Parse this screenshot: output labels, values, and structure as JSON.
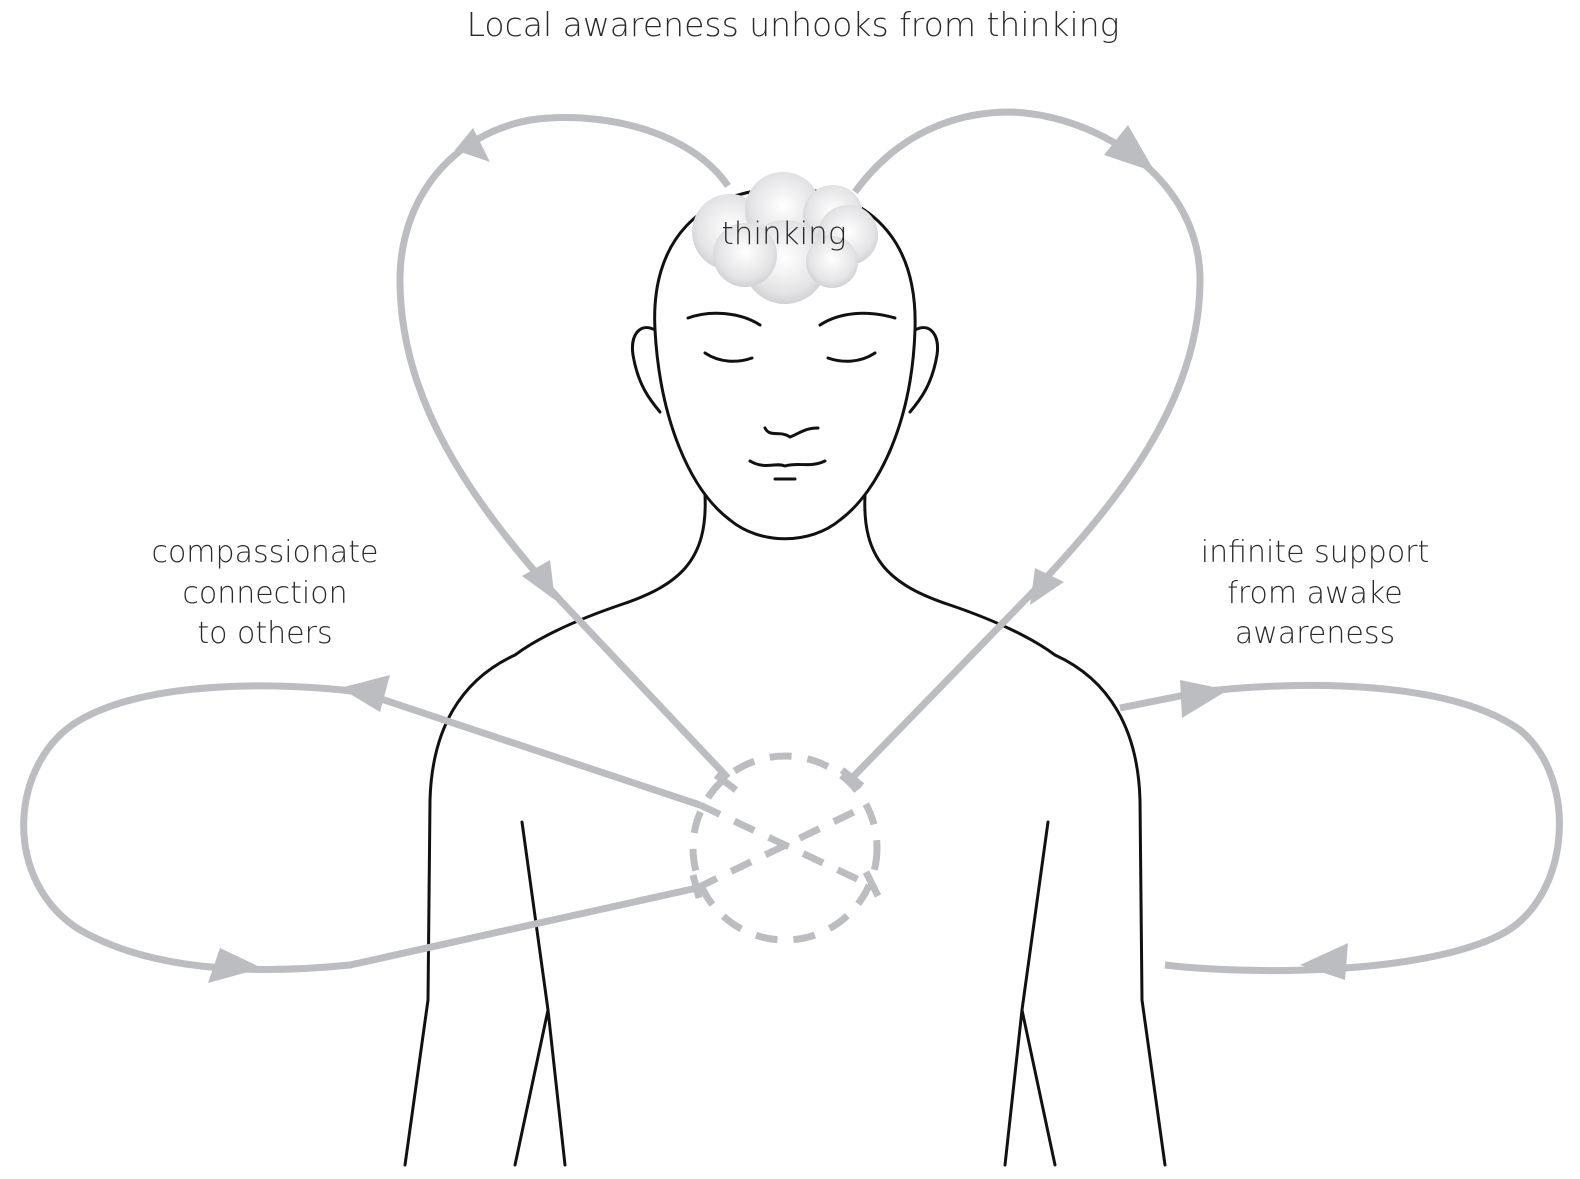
{
  "title": "Local awareness unhooks from thinking",
  "cloud_label": "thinking",
  "left_label": [
    "compassionate",
    "connection",
    "to others"
  ],
  "right_label": [
    "infinite support",
    "from awake",
    "awareness"
  ],
  "colors": {
    "flow": "#bcbdc0",
    "outline": "#111111",
    "text": "#2a2a2a"
  }
}
